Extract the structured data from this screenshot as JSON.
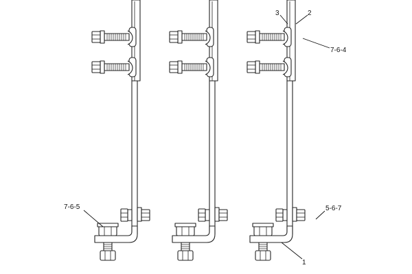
{
  "callouts": {
    "c3": "3",
    "c2": "2",
    "c764": "7-6-4",
    "c765": "7-6-5",
    "c567": "5-6-7",
    "c1": "1"
  }
}
